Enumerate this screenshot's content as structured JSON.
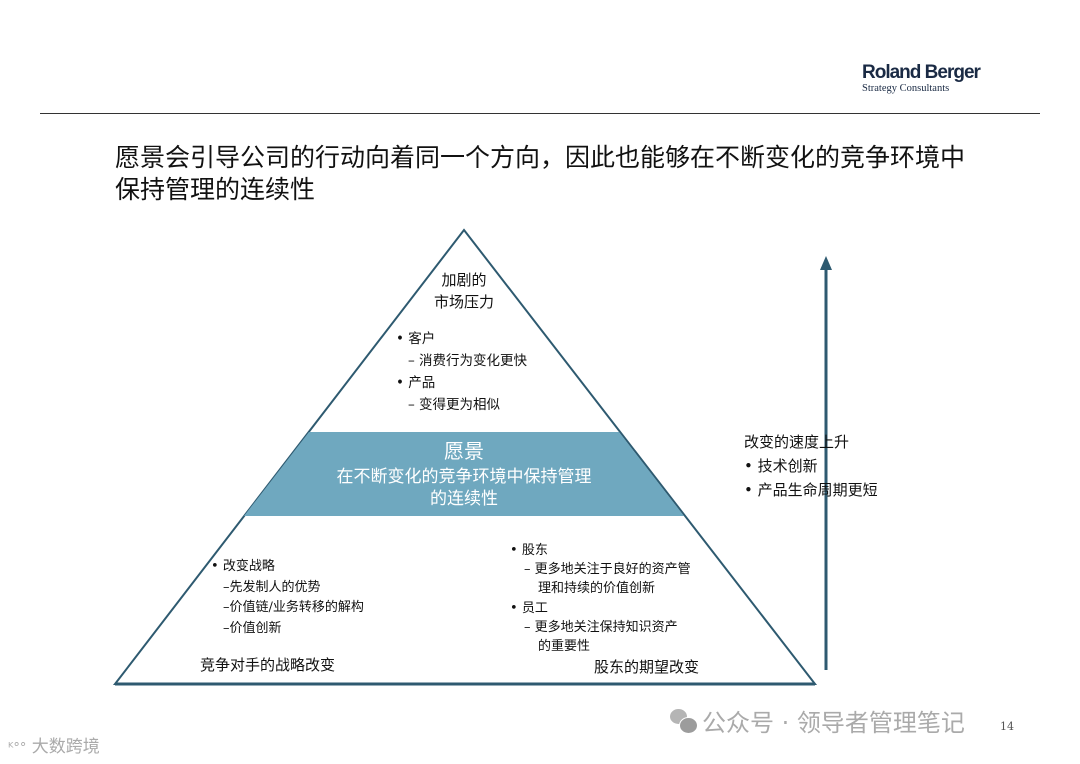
{
  "header": {
    "logo_line1": "Roland Berger",
    "logo_line2": "Strategy Consultants"
  },
  "title": "愿景会引导公司的行动向着同一个方向，因此也能够在不断变化的竞争环境中保持管理的连续性",
  "pyramid": {
    "top": {
      "heading_line1": "加剧的",
      "heading_line2": "市场压力",
      "items": [
        {
          "bullet": "客户",
          "sub": "– 消费行为变化更快"
        },
        {
          "bullet": "产品",
          "sub": "– 变得更为相似"
        }
      ]
    },
    "band": {
      "heading": "愿景",
      "line1": "在不断变化的竞争环境中保持管理",
      "line2": "的连续性",
      "color": "#6fa8bf"
    },
    "bottom_left": {
      "bullet": "改变战略",
      "subs": [
        "–先发制人的优势",
        "–价值链/业务转移的解构",
        "–价值创新"
      ],
      "caption": "竞争对手的战略改变"
    },
    "bottom_right": {
      "items": [
        {
          "bullet": "股东",
          "sub1": "– 更多地关注于良好的资产管",
          "sub2": "理和持续的价值创新"
        },
        {
          "bullet": "员工",
          "sub1": "– 更多地关注保持知识资产",
          "sub2": "的重要性"
        }
      ],
      "caption": "股东的期望改变"
    }
  },
  "side": {
    "heading": "改变的速度上升",
    "items": [
      "技术创新",
      "产品生命周期更短"
    ],
    "arrow_icon": "arrow-up-icon"
  },
  "page_number": "14",
  "watermarks": {
    "left": "大数跨境",
    "right": "公众号 · 领导者管理笔记"
  }
}
